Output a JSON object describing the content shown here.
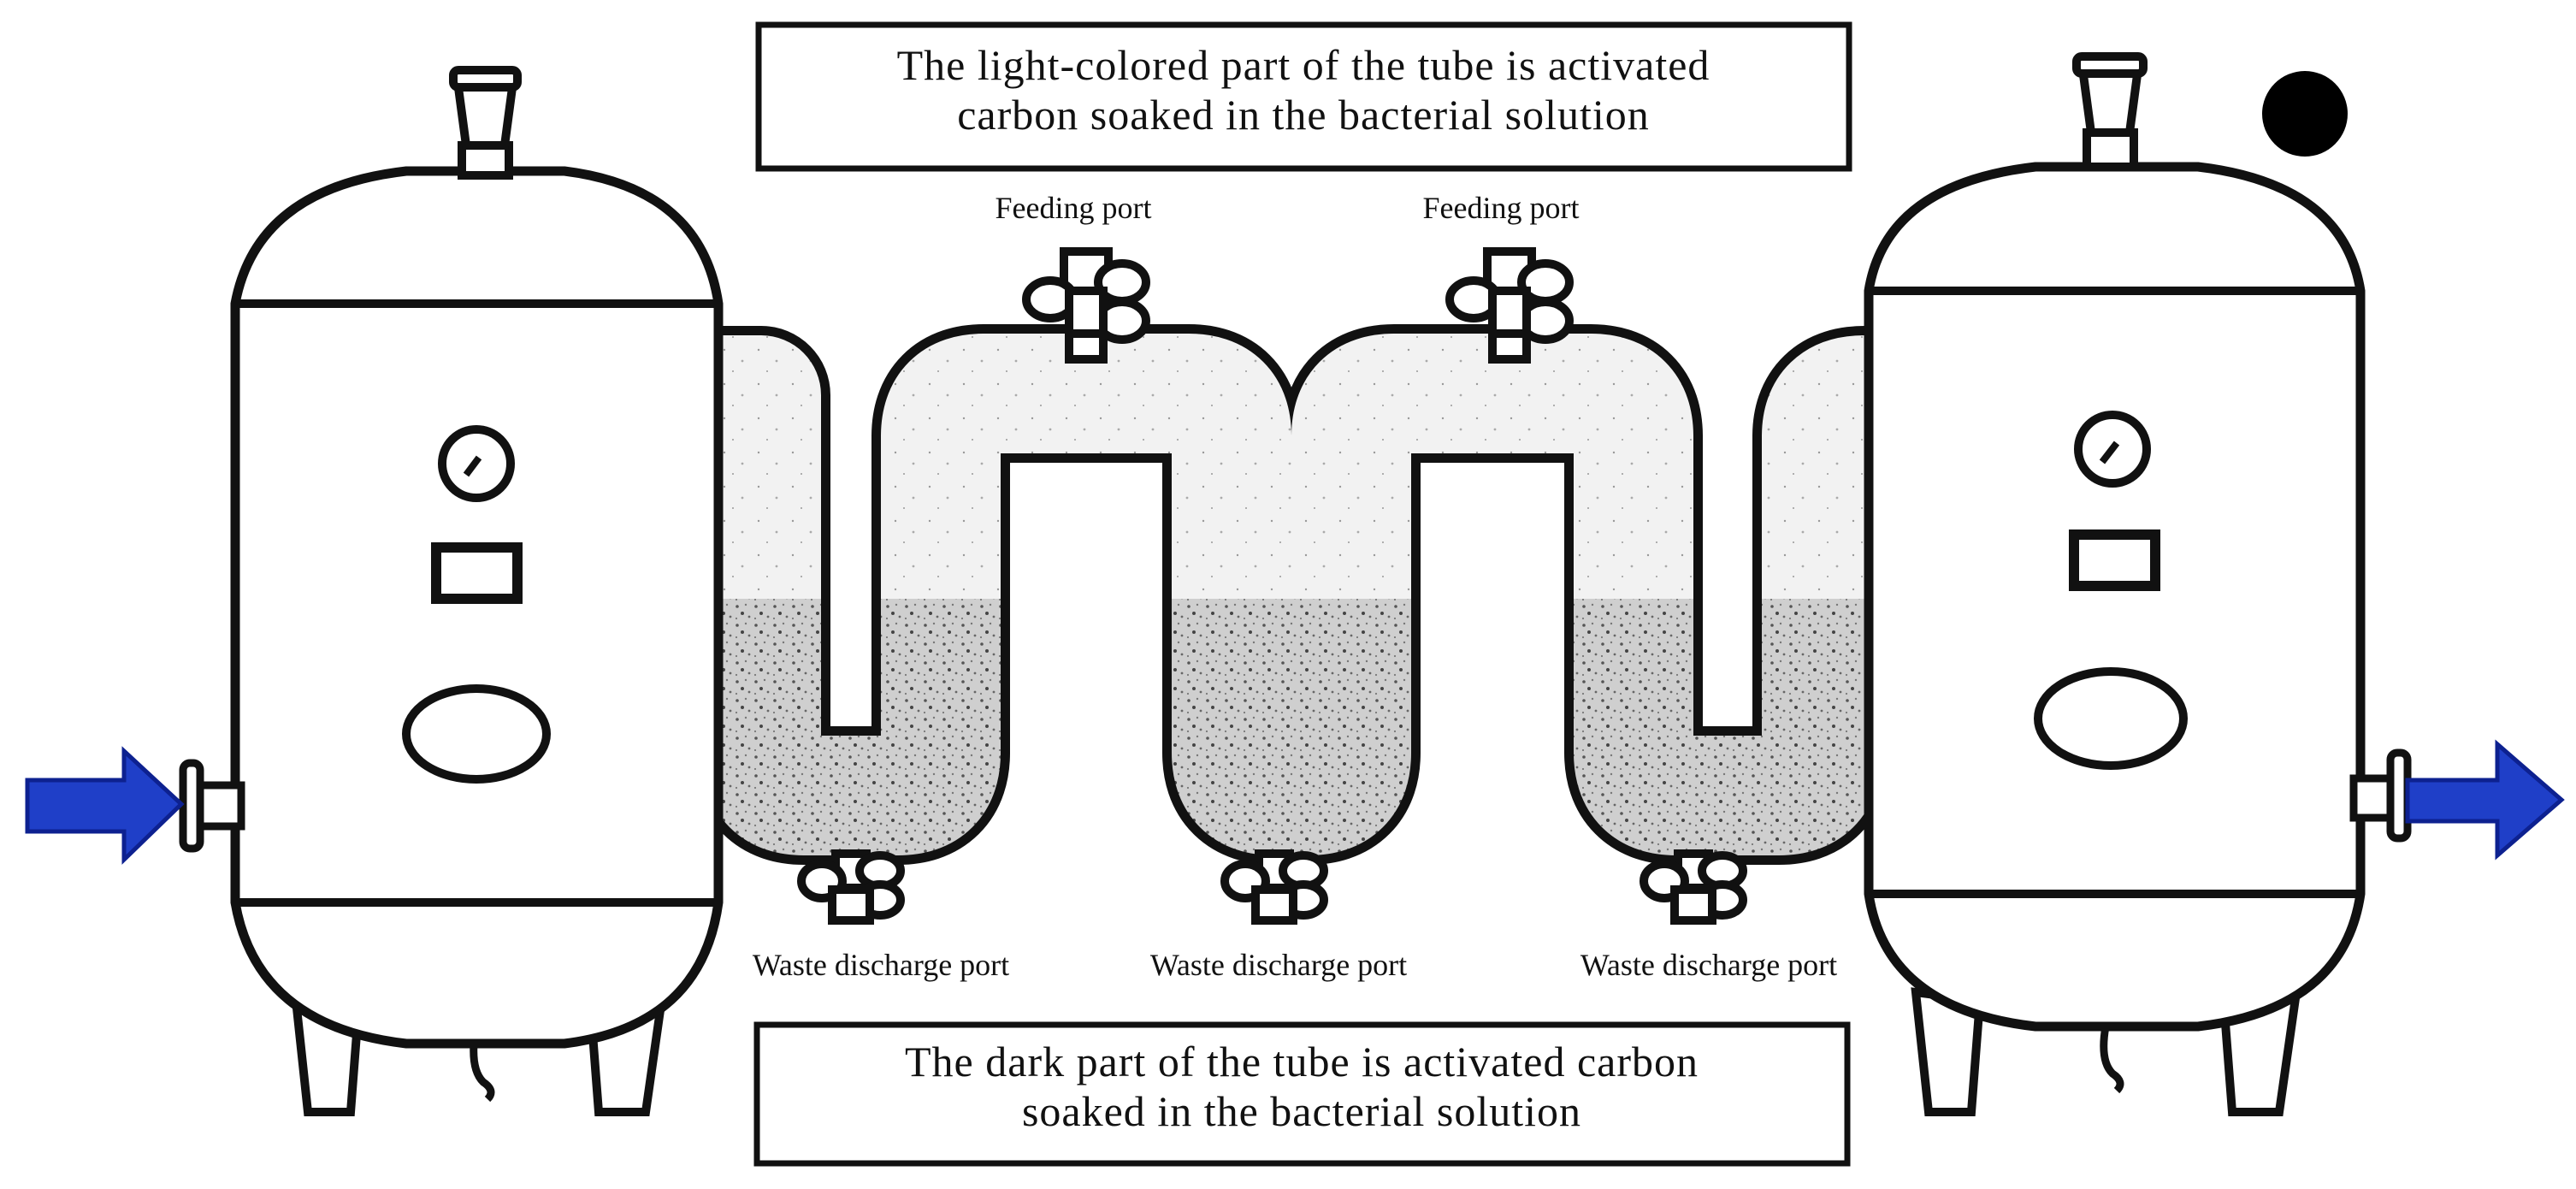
{
  "diagram": {
    "top_note": {
      "line1": "The light-colored part of the tube is activated",
      "line2": "carbon soaked in the bacterial solution"
    },
    "bottom_note": {
      "line1": "The dark part of the tube is activated carbon",
      "line2": "soaked in the bacterial solution"
    },
    "feeding_ports": [
      "Feeding port",
      "Feeding port"
    ],
    "waste_ports": [
      "Waste discharge port",
      "Waste discharge port",
      "Waste discharge port"
    ],
    "colors": {
      "flow_arrow": "#1f3fc8",
      "outline": "#111111",
      "light_fill": "#f1f1f1",
      "dark_fill": "#c9c9c9"
    },
    "flow_direction": "left-to-right"
  }
}
